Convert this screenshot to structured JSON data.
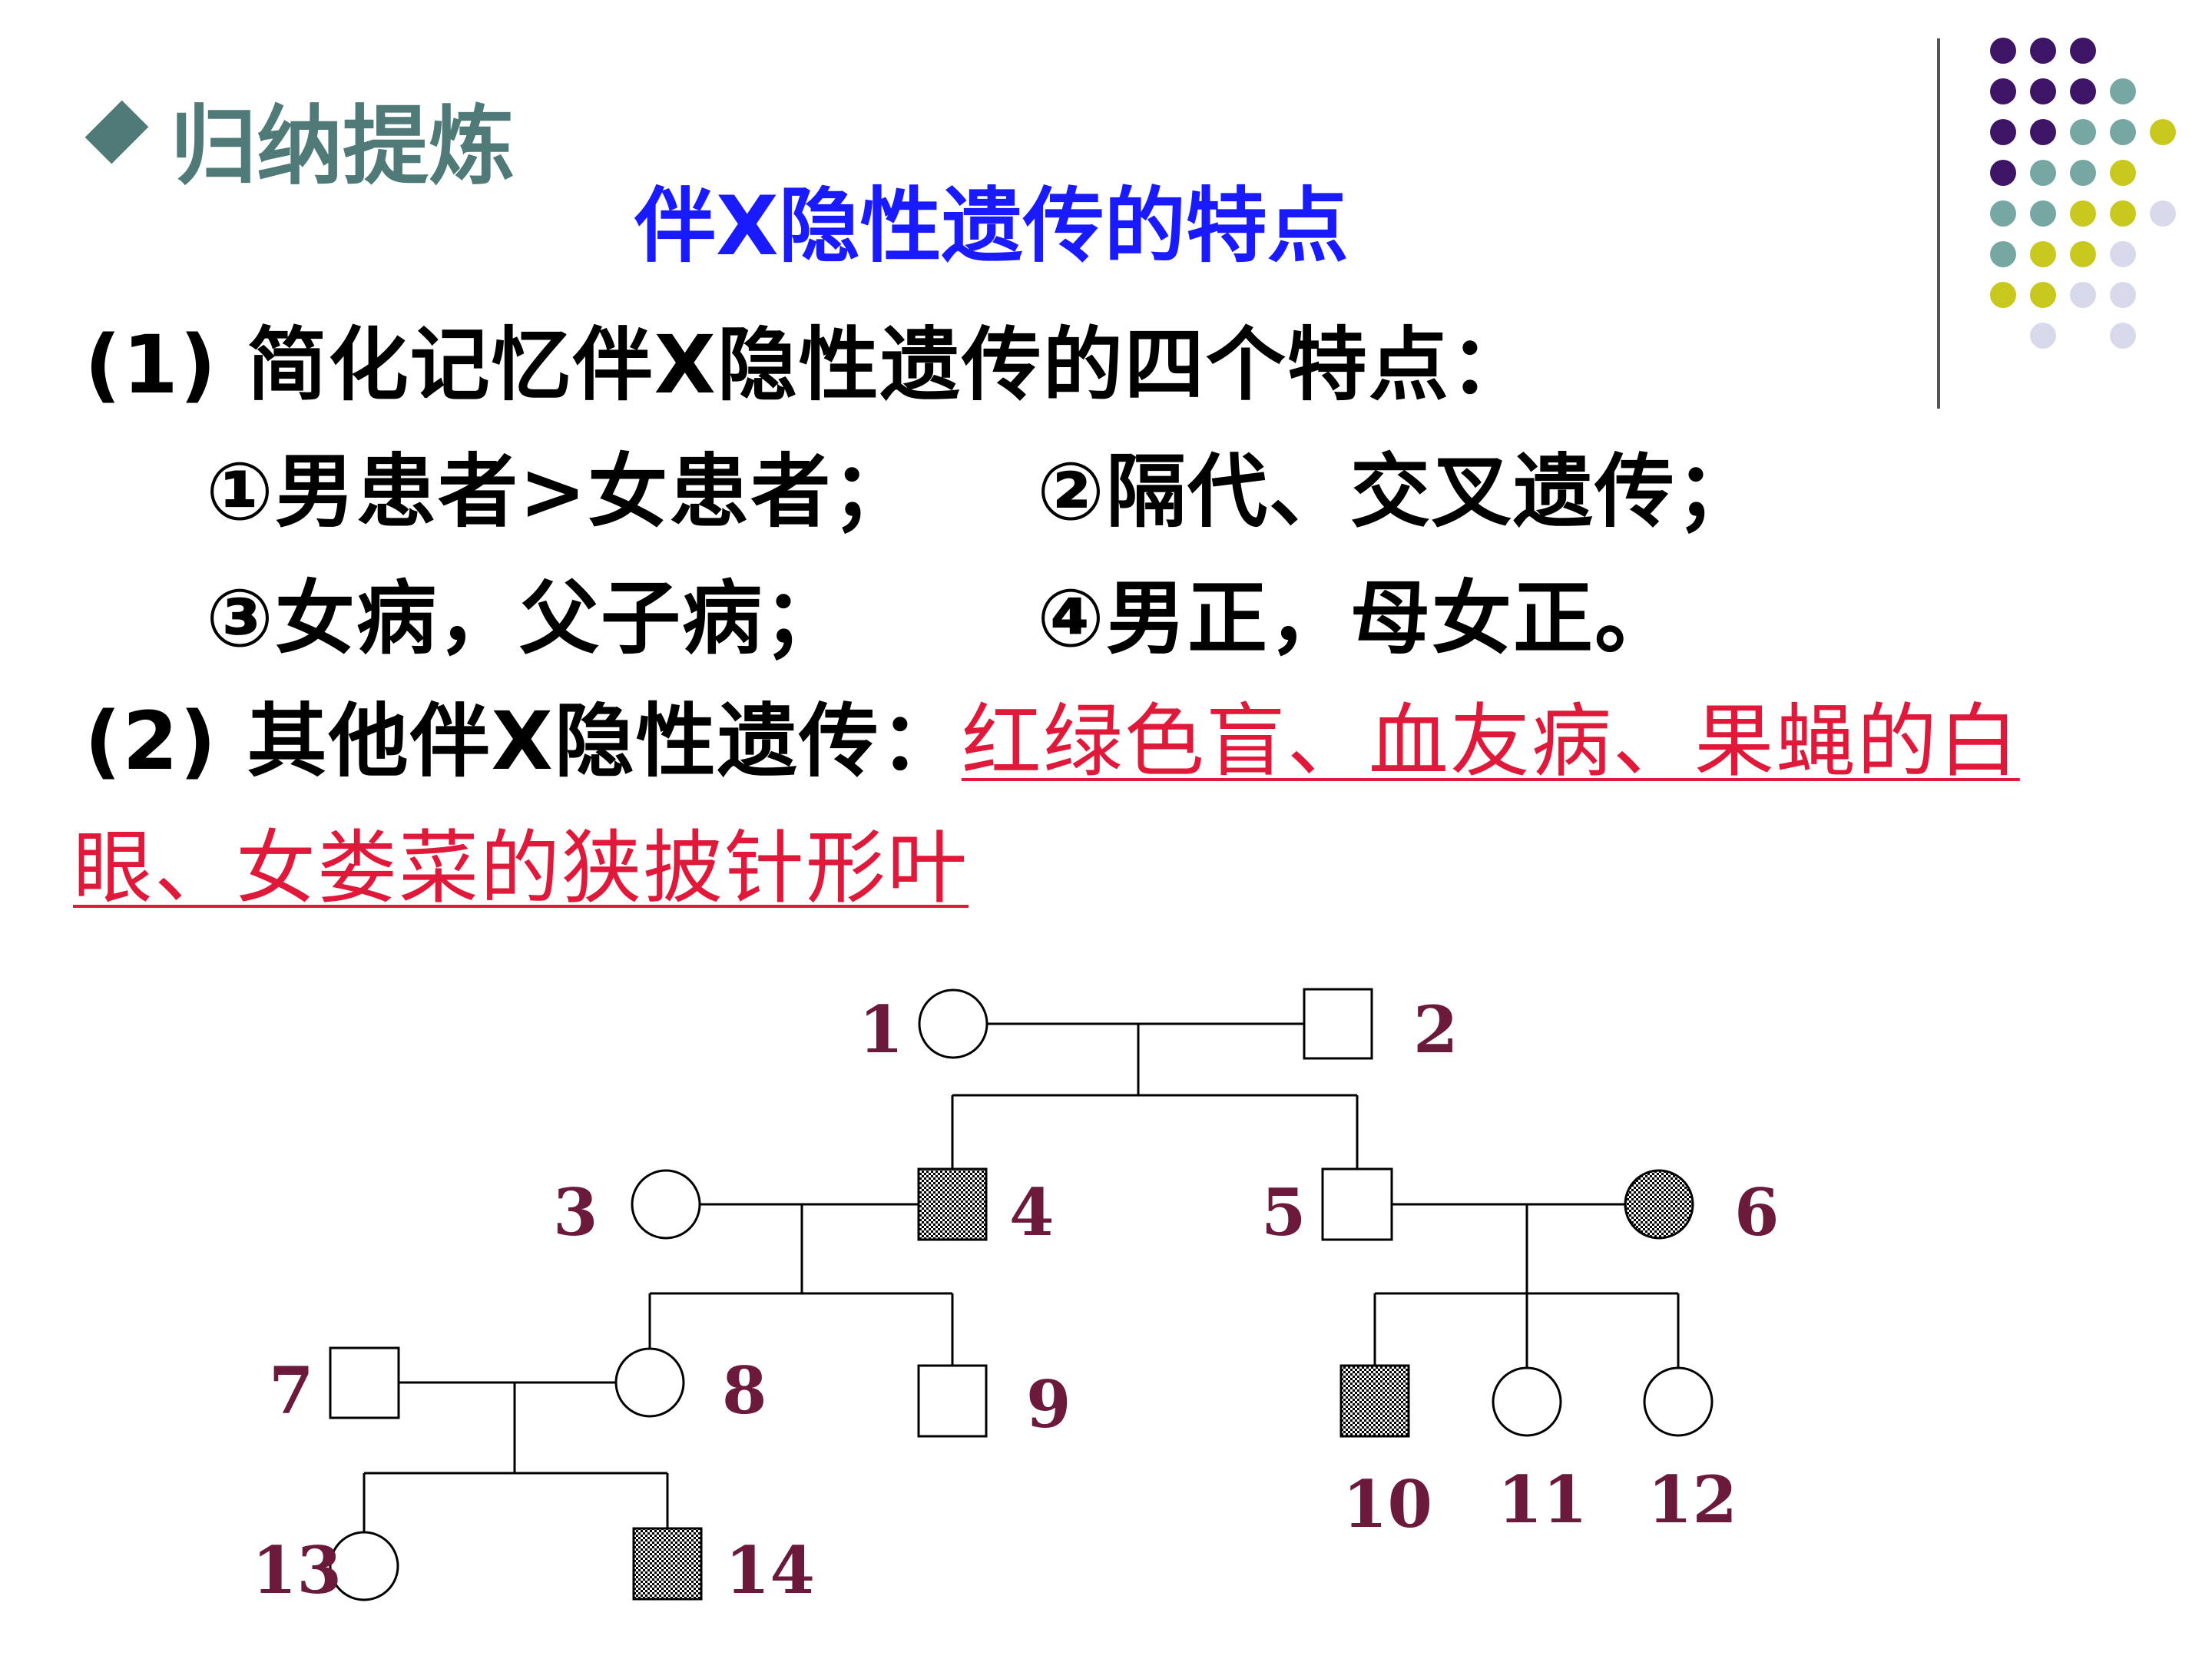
{
  "header": {
    "title": "归纳提炼",
    "subtitle": "伴X隐性遗传的特点"
  },
  "content": {
    "line1": "(1) 简化记忆伴X隐性遗传的四个特点：",
    "point1": "①男患者>女患者；",
    "point2": "②隔代、交叉遗传；",
    "point3": "③女病，父子病；",
    "point4": "④男正，母女正。",
    "line2_prefix": "(2) 其他伴X隐性遗传：",
    "line2_red_part1": "红绿色盲、血友病、果蝇的白",
    "line2_red_part2": "眼、女娄菜的狭披针形叶"
  },
  "colors": {
    "heading": "#4f7a78",
    "subtitle": "#1a1aff",
    "highlight_red": "#e0183a",
    "pedigree_numbers": "#6b1a3c",
    "dot_purple": "#3d1466",
    "dot_teal": "#76a7a3",
    "dot_yellow": "#c8c81e",
    "dot_lavender": "#d9d9ec"
  },
  "pedigree": {
    "labels": [
      "1",
      "2",
      "3",
      "4",
      "5",
      "6",
      "7",
      "8",
      "9",
      "10",
      "11",
      "12",
      "13",
      "14"
    ],
    "individuals": [
      {
        "id": "1",
        "sex": "female",
        "affected": false
      },
      {
        "id": "2",
        "sex": "male",
        "affected": false
      },
      {
        "id": "3",
        "sex": "female",
        "affected": false
      },
      {
        "id": "4",
        "sex": "male",
        "affected": true
      },
      {
        "id": "5",
        "sex": "male",
        "affected": false
      },
      {
        "id": "6",
        "sex": "female",
        "affected": true
      },
      {
        "id": "7",
        "sex": "male",
        "affected": false
      },
      {
        "id": "8",
        "sex": "female",
        "affected": false
      },
      {
        "id": "9",
        "sex": "male",
        "affected": false
      },
      {
        "id": "10",
        "sex": "male",
        "affected": true
      },
      {
        "id": "11",
        "sex": "female",
        "affected": false
      },
      {
        "id": "12",
        "sex": "female",
        "affected": false
      },
      {
        "id": "13",
        "sex": "female",
        "affected": false
      },
      {
        "id": "14",
        "sex": "male",
        "affected": true
      }
    ]
  }
}
